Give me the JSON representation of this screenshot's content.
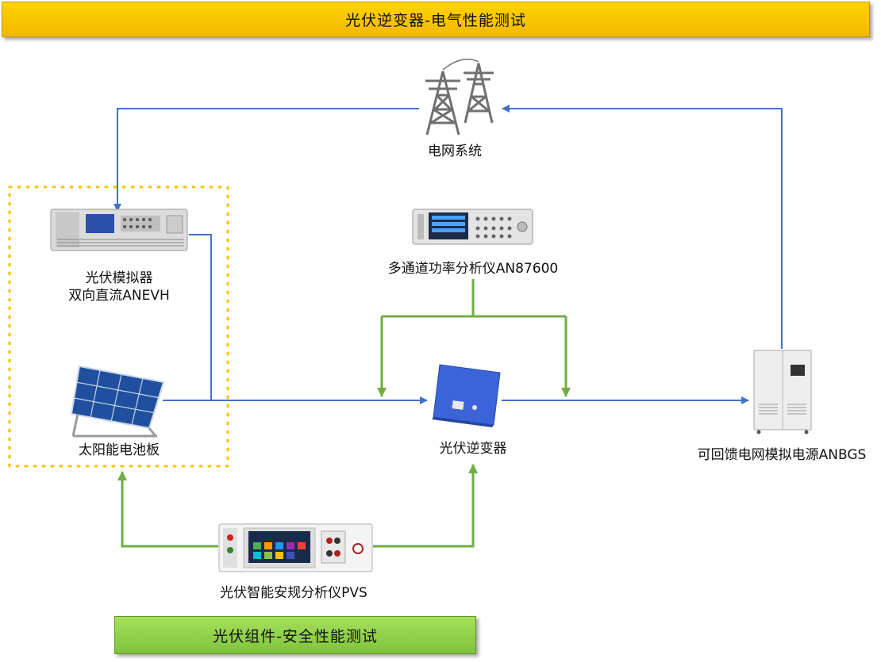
{
  "header": {
    "title": "光伏逆变器-电气性能测试"
  },
  "footer": {
    "title": "光伏组件-安全性能测试"
  },
  "nodes": {
    "grid": {
      "label": "电网系统"
    },
    "pv_simulator": {
      "line1": "光伏模拟器",
      "line2": "双向直流ANEVH"
    },
    "power_analyzer": {
      "label": "多通道功率分析仪AN87600"
    },
    "solar_panel": {
      "label": "太阳能电池板"
    },
    "inverter": {
      "label": "光伏逆变器"
    },
    "grid_simulator": {
      "label": "可回馈电网模拟电源ANBGS"
    },
    "safety_analyzer": {
      "label": "光伏智能安规分析仪PVS"
    }
  },
  "colors": {
    "power_line": "#4472c4",
    "signal_line": "#70ad47",
    "highlight_box": "#ffc000"
  },
  "icons": [
    "power-tower-icon",
    "pv-simulator-device",
    "power-analyzer-device",
    "solar-panel-icon",
    "inverter-device",
    "grid-simulator-cabinet",
    "safety-analyzer-device"
  ]
}
